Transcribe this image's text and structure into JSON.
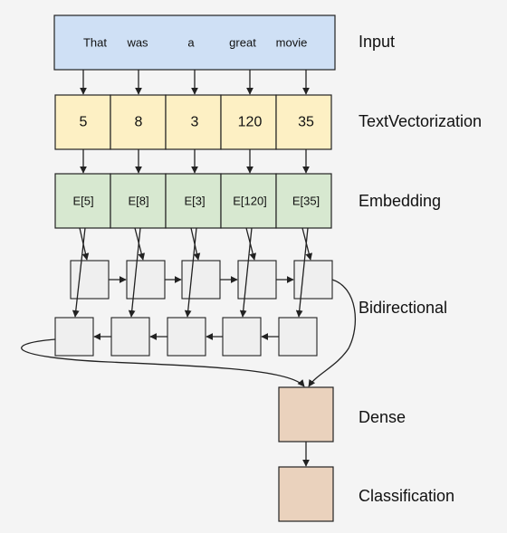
{
  "input": {
    "label": "Input",
    "words": [
      "That",
      "was",
      "a",
      "great",
      "movie"
    ]
  },
  "vectorization": {
    "label": "TextVectorization",
    "tokens": [
      "5",
      "8",
      "3",
      "120",
      "35"
    ]
  },
  "embedding": {
    "label": "Embedding",
    "vectors": [
      "E[5]",
      "E[8]",
      "E[3]",
      "E[120]",
      "E[35]"
    ]
  },
  "bidirectional": {
    "label": "Bidirectional"
  },
  "dense": {
    "label": "Dense"
  },
  "classification": {
    "label": "Classification"
  },
  "colors": {
    "input_fill": "#cfe0f5",
    "vectorization_fill": "#fdf0c4",
    "embedding_fill": "#d7e8d0",
    "rnn_cell_fill": "#efefef",
    "dense_fill": "#ead2bd",
    "stroke": "#222222"
  }
}
